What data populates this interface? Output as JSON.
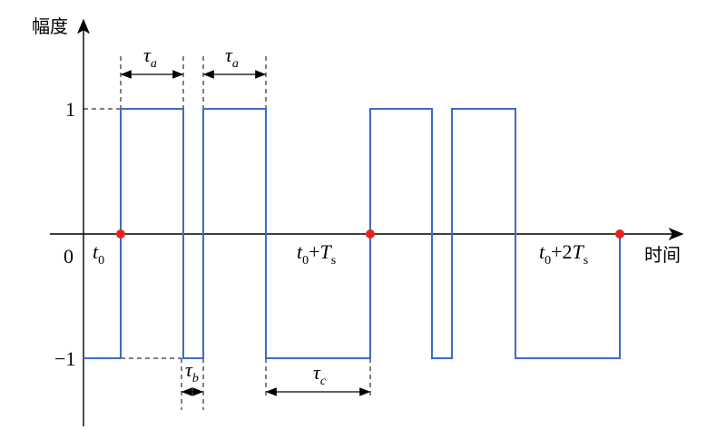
{
  "axes": {
    "y_title": "幅度",
    "x_title": "时间",
    "origin_label": "0",
    "tick_pos": "1",
    "tick_neg": "−1"
  },
  "waveform": {
    "color": "#3a6cc4",
    "levels": [
      1,
      -1
    ],
    "description_points": [
      [
        "t0",
        0
      ],
      [
        "t0",
        1
      ],
      [
        "t0+τa",
        1
      ],
      [
        "t0+τa",
        -1
      ],
      [
        "t0+τa+τb",
        -1
      ],
      [
        "t0+τa+τb",
        1
      ],
      [
        "t0+2τa+τb",
        1
      ],
      [
        "t0+2τa+τb",
        -1
      ],
      [
        "t0+Ts",
        -1
      ],
      [
        "t0+Ts",
        1
      ]
    ]
  },
  "markers": {
    "color": "#e8231e",
    "points": [
      "t0",
      "t0+Ts",
      "t0+2Ts"
    ]
  },
  "labels": {
    "t0": {
      "main": "t",
      "sub": "0"
    },
    "t0_Ts": {
      "main": "t",
      "sub": "0",
      "plus": "+",
      "var": "T",
      "vsub": "s"
    },
    "t0_2Ts": {
      "main": "t",
      "sub": "0",
      "plus": "+2",
      "var": "T",
      "vsub": "s"
    },
    "tau_a1": {
      "sym": "τ",
      "sub": "a"
    },
    "tau_a2": {
      "sym": "τ",
      "sub": "a"
    },
    "tau_b": {
      "sym": "τ",
      "sub": "b"
    },
    "tau_c": {
      "sym": "τ",
      "sub": "c"
    }
  }
}
